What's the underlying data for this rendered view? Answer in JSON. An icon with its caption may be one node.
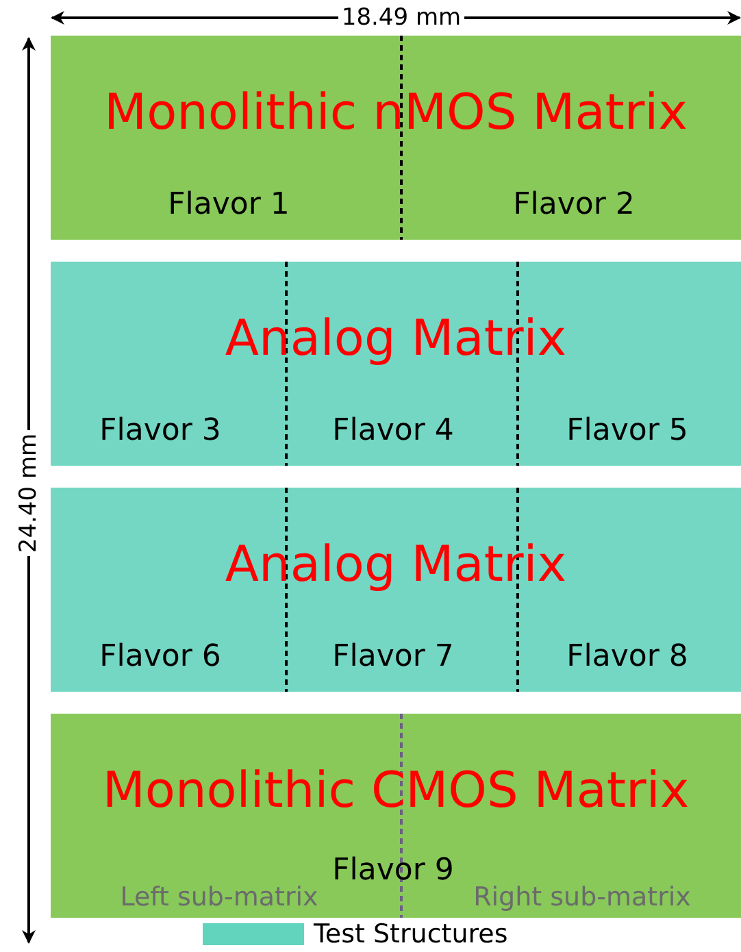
{
  "diagram": {
    "nodes": [
      {
        "text": [
          "Monolithic nMOS Matrix",
          "Flavor 1",
          "Flavor 2"
        ]
      },
      {
        "text": [
          "Analog Matrix",
          "Flavor 3",
          "Flavor 4",
          "Flavor 5"
        ]
      },
      {
        "text": [
          "Analog Matrix",
          "Flavor 6",
          "Flavor 7",
          "Flavor 8"
        ]
      },
      {
        "text": [
          "Monolithic CMOS Matrix",
          "Flavor 9",
          "Left sub-matrix",
          "Right sub-matrix"
        ]
      }
    ],
    "edges": [],
    "labels": [
      "18.49 mm",
      "24.40 mm"
    ],
    "legend": [
      {
        "text": "Test Structures",
        "color": "#62d3bd"
      }
    ]
  }
}
